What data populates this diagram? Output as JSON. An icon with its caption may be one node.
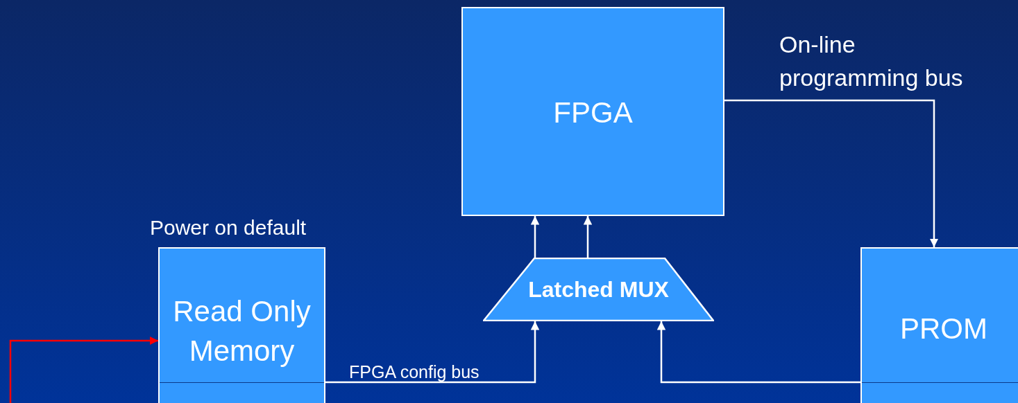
{
  "diagram": {
    "nodes": [
      {
        "text": [
          "FPGA"
        ]
      },
      {
        "text": [
          "Read Only Memory"
        ],
        "beside": [
          "Power on default"
        ]
      },
      {
        "text": [
          "Latched MUX"
        ]
      },
      {
        "text": [
          "PROM"
        ]
      }
    ],
    "edges": [
      {
        "from": 0,
        "to": 3,
        "arrow": "to",
        "label": "On-line programming bus"
      },
      {
        "from": 1,
        "to": 2,
        "arrow": "to",
        "label": "FPGA config bus"
      },
      {
        "from": 2,
        "to": 0,
        "arrow": "to"
      },
      {
        "from": 2,
        "to": 0,
        "arrow": "to"
      },
      {
        "from": 3,
        "to": 2,
        "arrow": "to"
      },
      {
        "from": null,
        "to": 1,
        "arrow": "to",
        "color": "#ff0000"
      }
    ]
  }
}
